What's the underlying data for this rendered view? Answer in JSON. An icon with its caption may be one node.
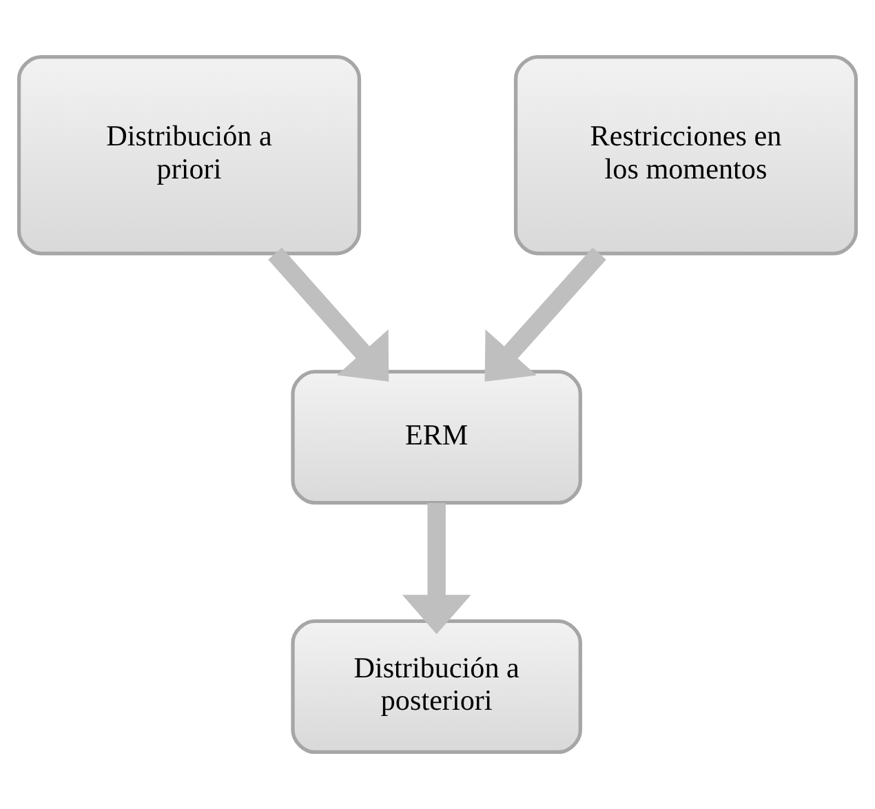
{
  "diagram": {
    "nodes": [
      {
        "text": [
          "Distribución a priori"
        ]
      },
      {
        "text": [
          "Restricciones en los momentos"
        ]
      },
      {
        "text": [
          "ERM"
        ]
      },
      {
        "text": [
          "Distribución a posteriori"
        ]
      }
    ],
    "edges": [
      {
        "from": 0,
        "to": 2,
        "arrow": "to"
      },
      {
        "from": 1,
        "to": 2,
        "arrow": "to"
      },
      {
        "from": 2,
        "to": 3,
        "arrow": "to"
      }
    ]
  }
}
